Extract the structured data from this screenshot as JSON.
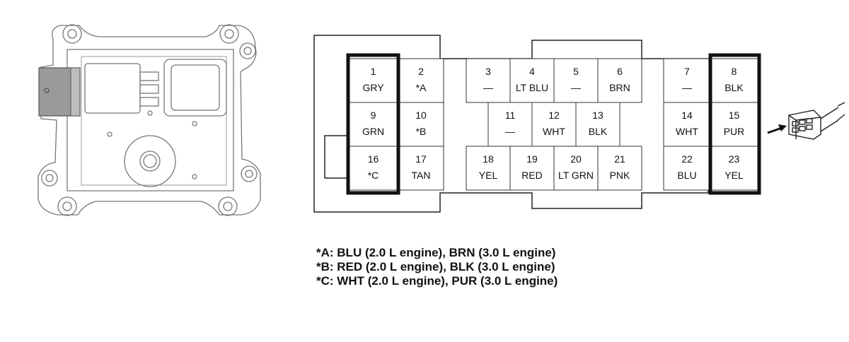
{
  "pins": [
    {
      "num": "1",
      "color": "GRY"
    },
    {
      "num": "2",
      "color": "*A"
    },
    {
      "num": "3",
      "color": "—"
    },
    {
      "num": "4",
      "color": "LT BLU"
    },
    {
      "num": "5",
      "color": "—"
    },
    {
      "num": "6",
      "color": "BRN"
    },
    {
      "num": "7",
      "color": "—"
    },
    {
      "num": "8",
      "color": "BLK"
    },
    {
      "num": "9",
      "color": "GRN"
    },
    {
      "num": "10",
      "color": "*B"
    },
    {
      "num": "11",
      "color": "—"
    },
    {
      "num": "12",
      "color": "WHT"
    },
    {
      "num": "13",
      "color": "BLK"
    },
    {
      "num": "14",
      "color": "WHT"
    },
    {
      "num": "15",
      "color": "PUR"
    },
    {
      "num": "16",
      "color": "*C"
    },
    {
      "num": "17",
      "color": "TAN"
    },
    {
      "num": "18",
      "color": "YEL"
    },
    {
      "num": "19",
      "color": "RED"
    },
    {
      "num": "20",
      "color": "LT GRN"
    },
    {
      "num": "21",
      "color": "PNK"
    },
    {
      "num": "22",
      "color": "BLU"
    },
    {
      "num": "23",
      "color": "YEL"
    }
  ],
  "notes": [
    "*A: BLU (2.0 L engine), BRN (3.0 L engine)",
    "*B: RED (2.0 L engine), BLK (3.0 L engine)",
    "*C: WHT (2.0 L engine), PUR (3.0 L engine)"
  ]
}
